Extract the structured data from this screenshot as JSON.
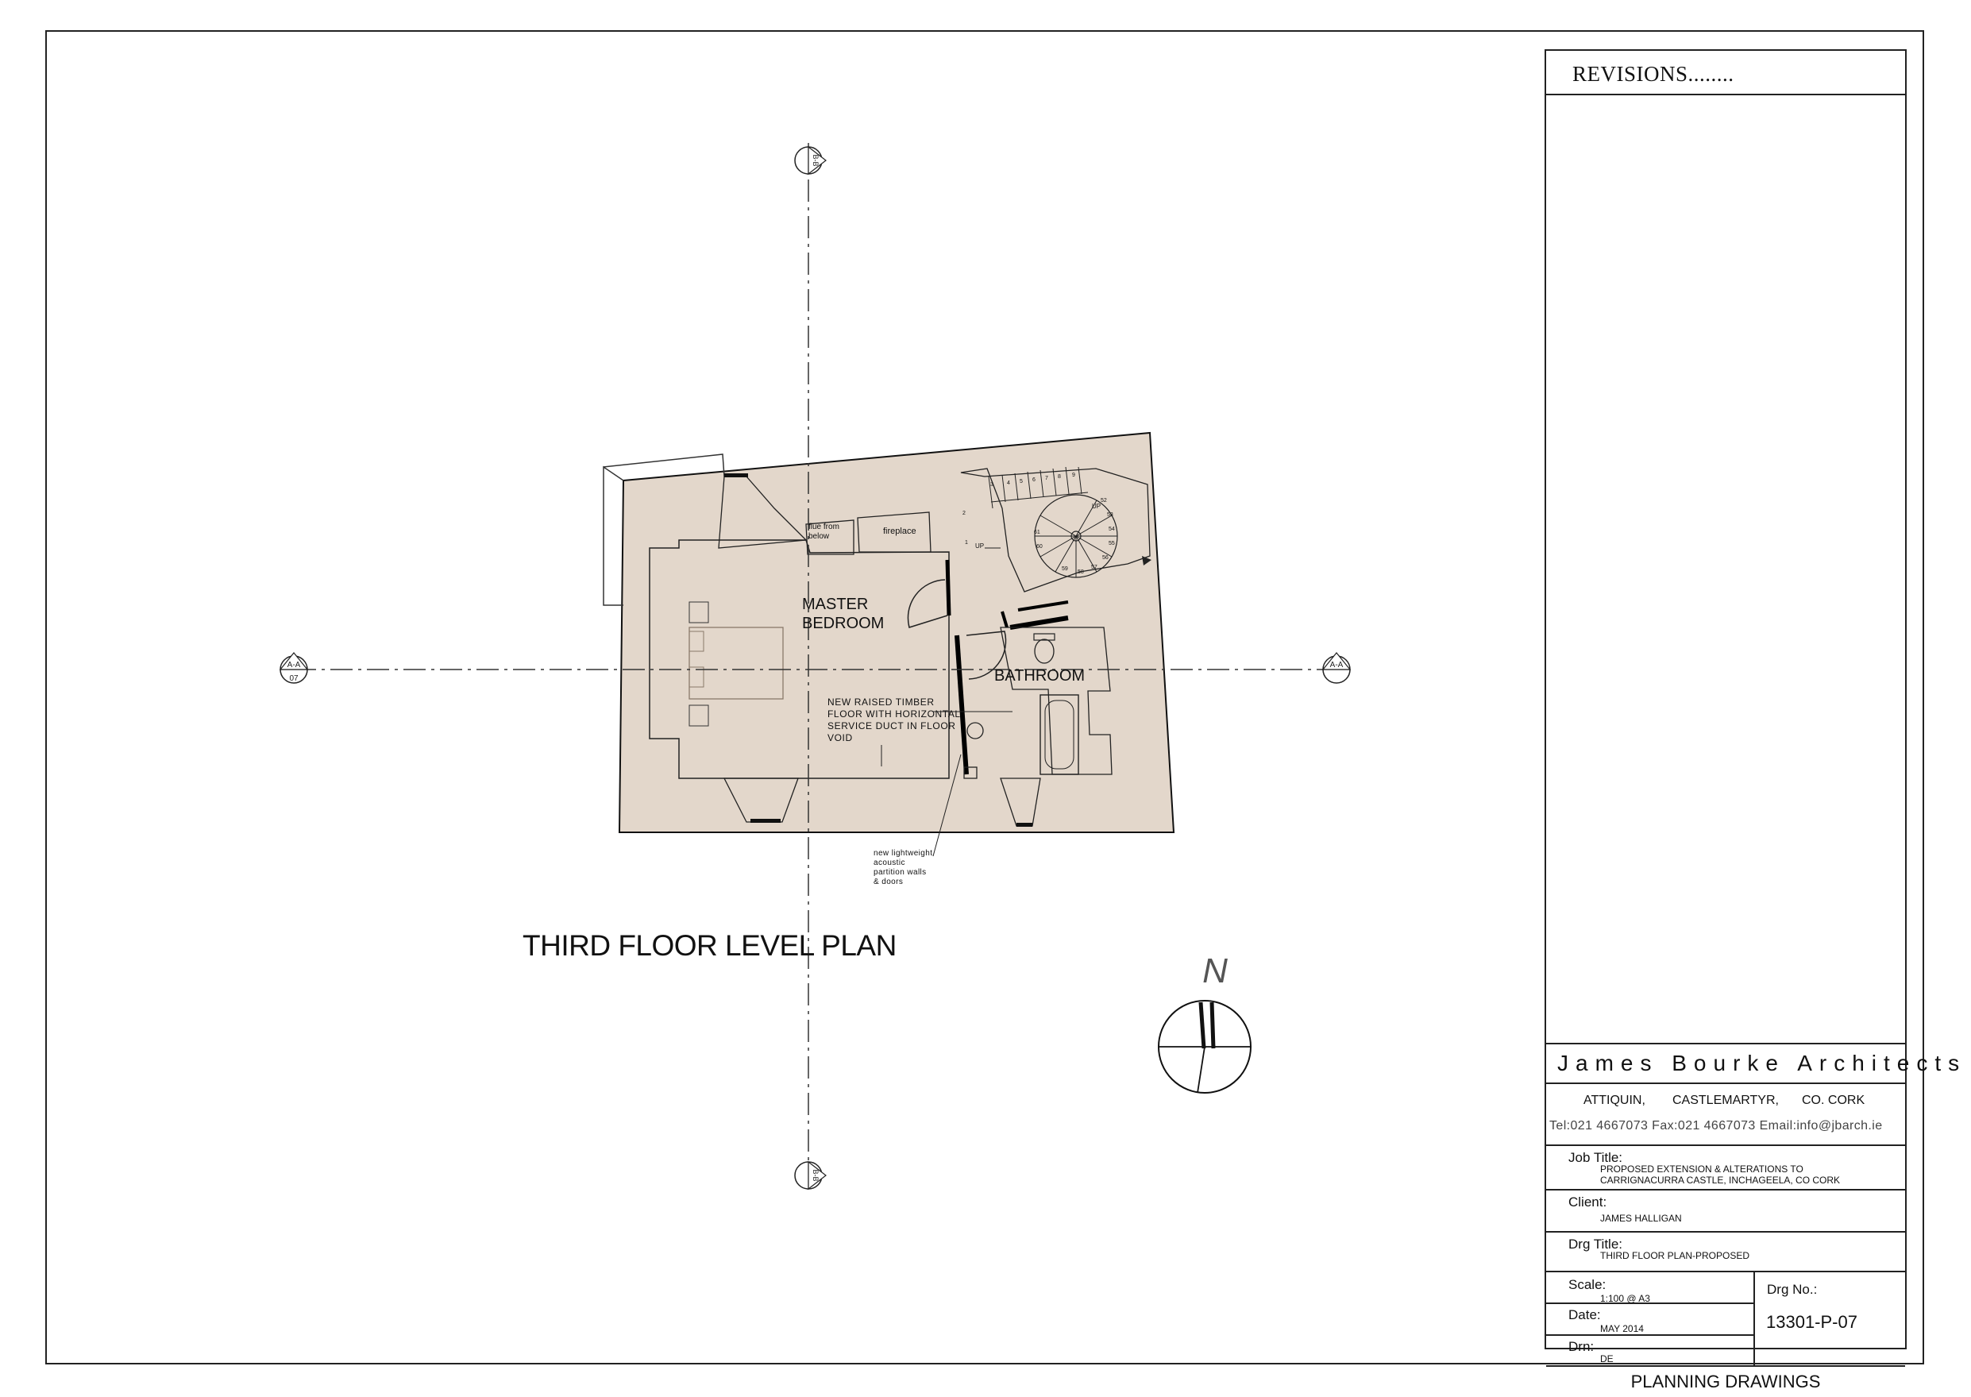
{
  "drawing": {
    "title": "THIRD FLOOR  LEVEL PLAN",
    "north_label": "N",
    "rooms": {
      "master_bedroom_1": "MASTER",
      "master_bedroom_2": "BEDROOM",
      "bathroom": "BATHROOM",
      "fireplace": "fireplace",
      "flue_1": "flue from",
      "flue_2": "below",
      "up_1": "UP",
      "up_2": "UP"
    },
    "notes": {
      "floor_1": "NEW RAISED TIMBER",
      "floor_2": "FLOOR WITH HORIZONTAL",
      "floor_3": "SERVICE DUCT IN FLOOR",
      "floor_4": "VOID",
      "partition_1": "new lightweight",
      "partition_2": "acoustic",
      "partition_3": "partition walls",
      "partition_4": "& doors"
    },
    "section_markers": {
      "left_top": "A-A",
      "left_bottom": "07",
      "right_top": "A-A",
      "top_mark": "B-B",
      "bottom_mark": "B-B"
    },
    "stair_numbers": [
      "1",
      "2",
      "3",
      "4",
      "5",
      "6",
      "7",
      "8",
      "9",
      "52",
      "53",
      "54",
      "55",
      "56",
      "57",
      "58",
      "59",
      "60",
      "61"
    ]
  },
  "title_block": {
    "revisions_label": "REVISIONS........",
    "firm_name": "James Bourke Architects",
    "address_1": "ATTIQUIN,",
    "address_2": "CASTLEMARTYR,",
    "address_3": "CO. CORK",
    "contact": "Tel:021  4667073  Fax:021  4667073  Email:info@jbarch.ie",
    "job_title_label": "Job Title:",
    "job_title_1": "PROPOSED EXTENSION  & ALTERATIONS TO",
    "job_title_2": "CARRIGNACURRA CASTLE, INCHAGEELA, CO CORK",
    "client_label": "Client:",
    "client": "JAMES HALLIGAN",
    "drg_title_label": "Drg Title:",
    "drg_title": "THIRD FLOOR  PLAN-PROPOSED",
    "scale_label": "Scale:",
    "scale": "1:100 @ A3",
    "date_label": "Date:",
    "date": "MAY 2014",
    "drn_label": "Drn:",
    "drn": "DE",
    "drg_no_label": "Drg No.:",
    "drg_no": "13301-P-07",
    "status": "PLANNING DRAWINGS"
  }
}
